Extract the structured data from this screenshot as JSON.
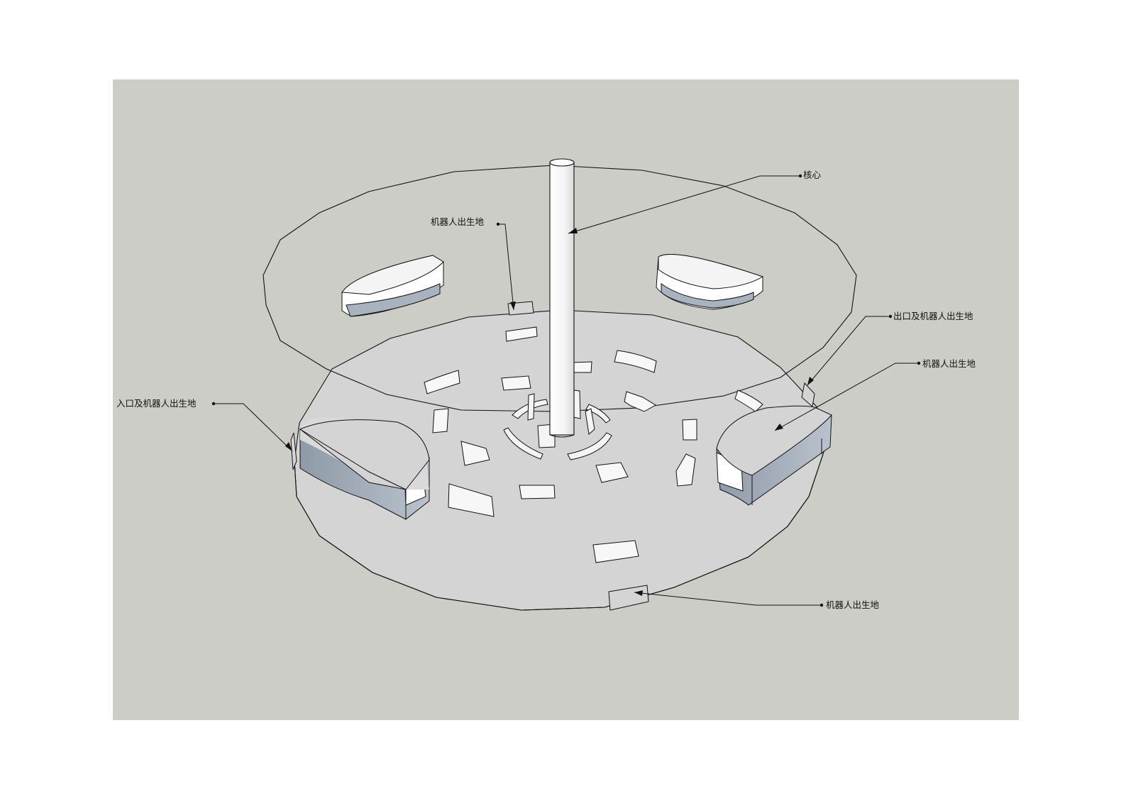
{
  "colors": {
    "background": "#ffffff",
    "viewport": "#cdcdc8",
    "disc": "#d4d4d4",
    "block_top": "#f7f7f7",
    "block_side": "#a9b3bf",
    "line": "#111111"
  },
  "labels": {
    "core": "核心",
    "robot_spawn_top": "机器人出生地",
    "exit_spawn": "出口及机器人出生地",
    "robot_spawn_right": "机器人出生地",
    "entrance_spawn": "入口及机器人出生地",
    "robot_spawn_bottom": "机器人出生地"
  }
}
